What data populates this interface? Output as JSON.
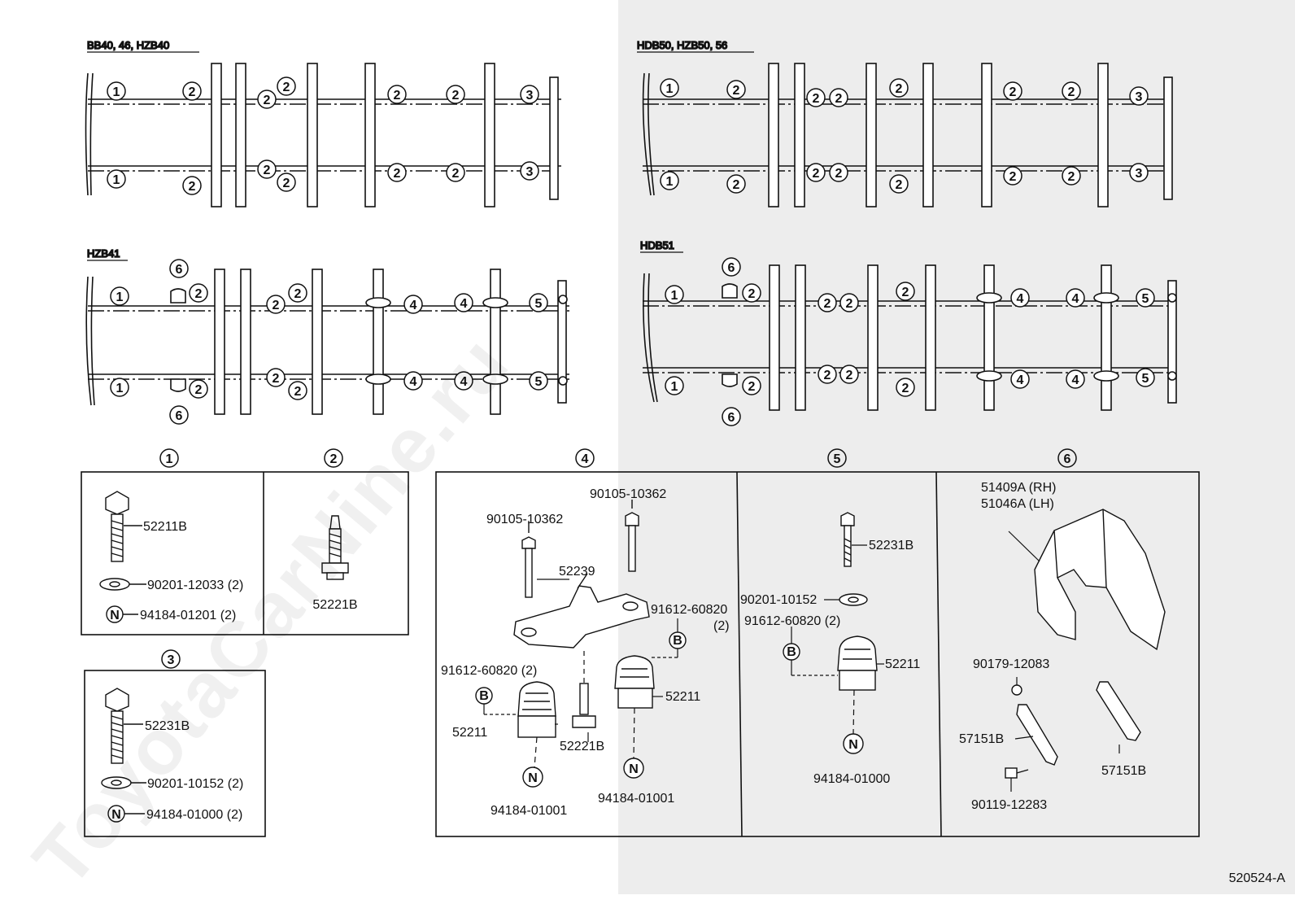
{
  "figure_code": "520524-A",
  "watermark": "ToyotaCarNine.ru",
  "frames": [
    {
      "model": "BB40, 46, HZB40",
      "rows": [
        {
          "callouts": [
            "1",
            "2",
            "2",
            "2",
            "2",
            "2",
            "3"
          ]
        },
        {
          "callouts": [
            "1",
            "2",
            "2",
            "2",
            "2",
            "2",
            "3"
          ]
        }
      ]
    },
    {
      "model": "HDB50, HZB50, 56",
      "rows": [
        {
          "callouts": [
            "1",
            "2",
            "2",
            "2",
            "2",
            "2",
            "2",
            "3"
          ]
        },
        {
          "callouts": [
            "1",
            "2",
            "2",
            "2",
            "2",
            "2",
            "2",
            "3"
          ]
        }
      ]
    },
    {
      "model": "HZB41",
      "rows": [
        {
          "callouts": [
            "1",
            "6",
            "2",
            "2",
            "2",
            "4",
            "4",
            "5"
          ]
        },
        {
          "callouts": [
            "1",
            "6",
            "2",
            "2",
            "2",
            "4",
            "4",
            "5"
          ]
        }
      ]
    },
    {
      "model": "HDB51",
      "rows": [
        {
          "callouts": [
            "1",
            "6",
            "2",
            "2",
            "2",
            "2",
            "4",
            "4",
            "5"
          ]
        },
        {
          "callouts": [
            "1",
            "6",
            "2",
            "2",
            "2",
            "2",
            "4",
            "4",
            "5"
          ]
        }
      ]
    }
  ],
  "groups": [
    {
      "id": "1",
      "parts": [
        "52211B",
        "90201-12033 (2)",
        "94184-01201 (2)"
      ]
    },
    {
      "id": "2",
      "parts": [
        "52221B"
      ]
    },
    {
      "id": "3",
      "parts": [
        "52231B",
        "90201-10152 (2)",
        "94184-01000 (2)"
      ]
    },
    {
      "id": "4",
      "parts": [
        "90105-10362",
        "90105-10362",
        "52239",
        "91612-60820",
        "(2)",
        "91612-60820 (2)",
        "52211",
        "52211",
        "52221B",
        "94184-01001",
        "94184-01001"
      ]
    },
    {
      "id": "5",
      "parts": [
        "52231B",
        "90201-10152",
        "91612-60820 (2)",
        "52211",
        "94184-01000"
      ]
    },
    {
      "id": "6",
      "parts": [
        "51409A (RH)",
        "51046A (LH)",
        "90179-12083",
        "57151B",
        "57151B",
        "90119-12283"
      ]
    }
  ],
  "symbols": {
    "nut": "N",
    "bolt": "B"
  }
}
